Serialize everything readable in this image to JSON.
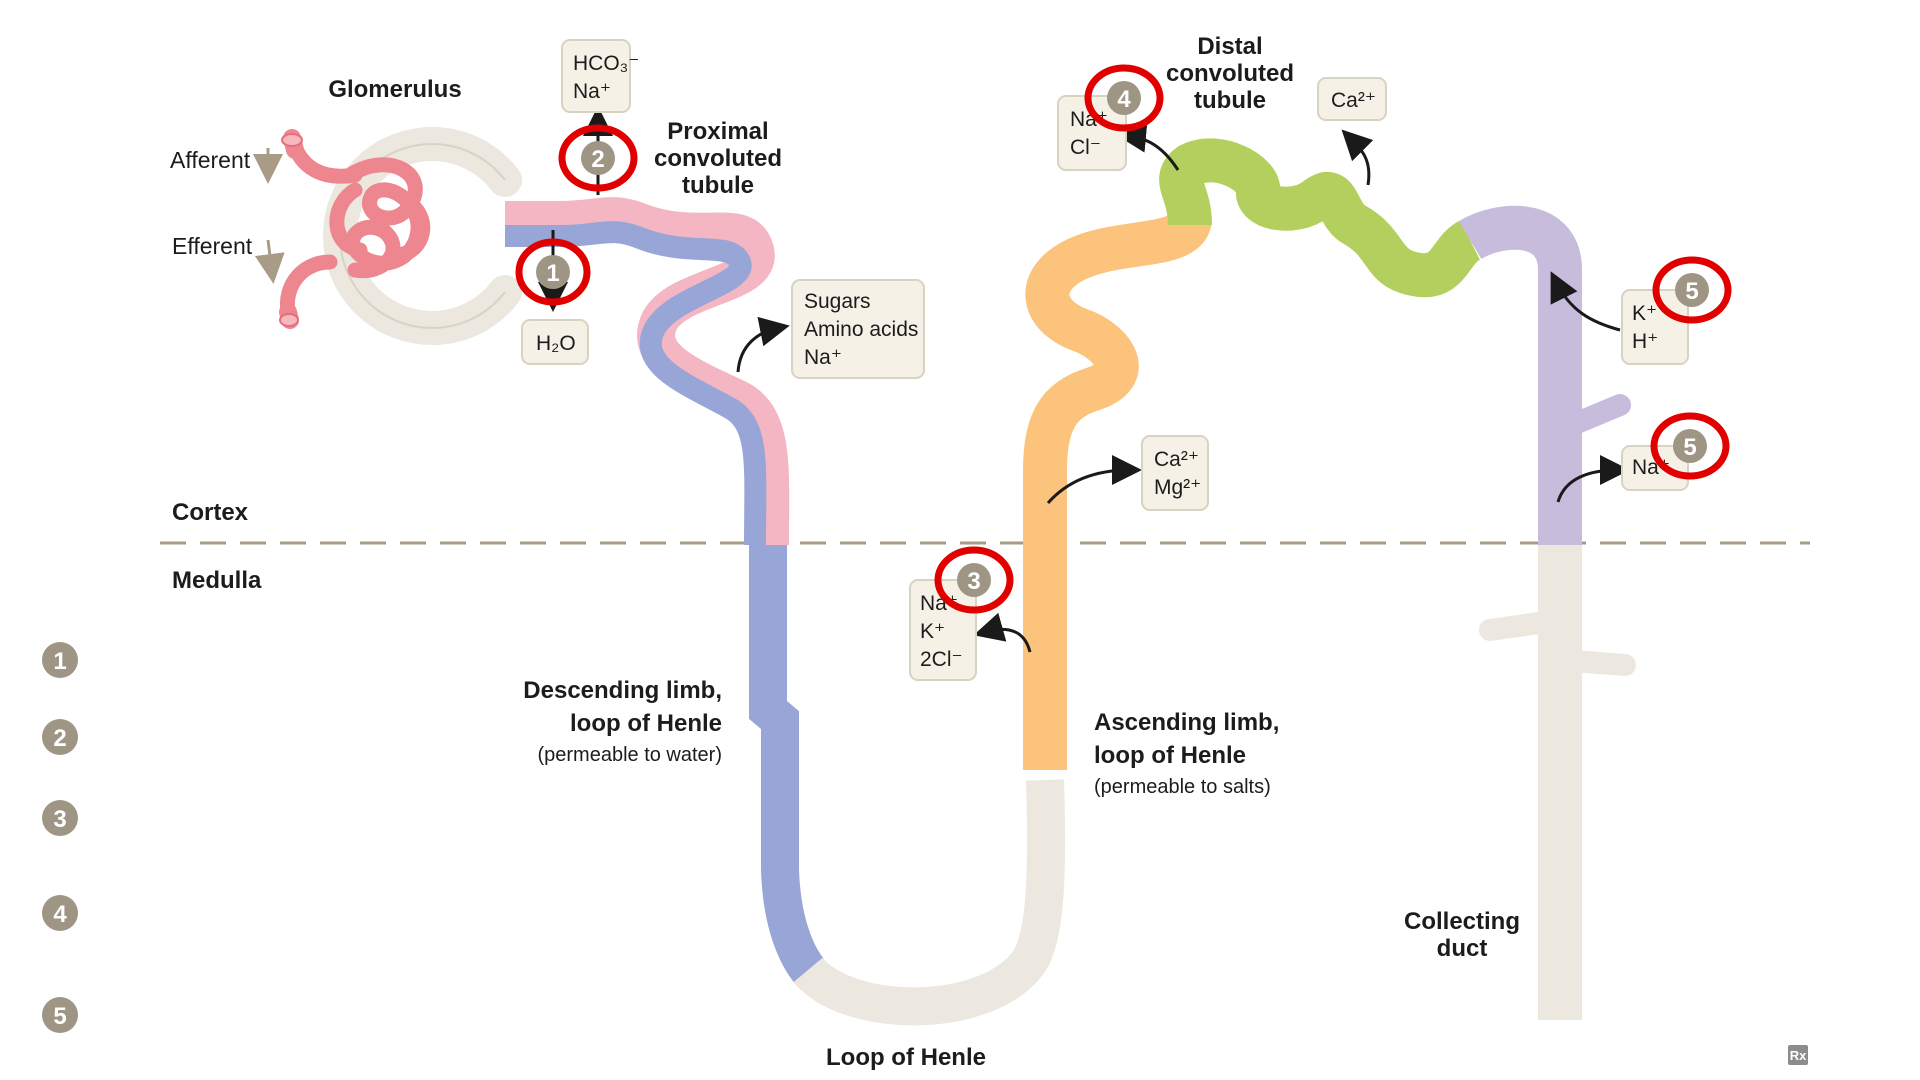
{
  "labels": {
    "glomerulus": "Glomerulus",
    "afferent": "Afferent",
    "efferent": "Efferent",
    "proximal": [
      "Proximal",
      "convoluted",
      "tubule"
    ],
    "distal": [
      "Distal",
      "convoluted",
      "tubule"
    ],
    "cortex": "Cortex",
    "medulla": "Medulla",
    "descending": [
      "Descending limb,",
      "loop of Henle"
    ],
    "descending_note": "(permeable to water)",
    "ascending": [
      "Ascending limb,",
      "loop of Henle"
    ],
    "ascending_note": "(permeable to salts)",
    "loop": "Loop of Henle",
    "collecting": [
      "Collecting",
      "duct"
    ],
    "logo": "Rx"
  },
  "boxes": {
    "hco3_na": [
      "HCO₃⁻",
      "Na⁺"
    ],
    "h2o": "H₂O",
    "sugars": [
      "Sugars",
      "Amino acids",
      "Na⁺"
    ],
    "nacl": [
      "Na⁺",
      "Cl⁻"
    ],
    "ca_top": "Ca²⁺",
    "ca_mg": [
      "Ca²⁺",
      "Mg²⁺"
    ],
    "na_k_cl": [
      "Na⁺",
      "K⁺",
      "2Cl⁻"
    ],
    "k_h": [
      "K⁺",
      "H⁺"
    ],
    "na_cd": "Na⁺"
  },
  "badges": {
    "b1": "1",
    "b2": "2",
    "b3": "3",
    "b4": "4",
    "b5a": "5",
    "b5b": "5"
  },
  "legend": [
    "1",
    "2",
    "3",
    "4",
    "5"
  ],
  "colors": {
    "pink": "#f4b6c2",
    "blue": "#97a6d6",
    "orange": "#fbc37b",
    "green": "#b3cf5d",
    "purple": "#c7bcdc",
    "beige": "#ece7df",
    "glomerulus_red": "#ee8690",
    "highlight_red": "#e00000",
    "badge_gray": "#9f9584"
  }
}
